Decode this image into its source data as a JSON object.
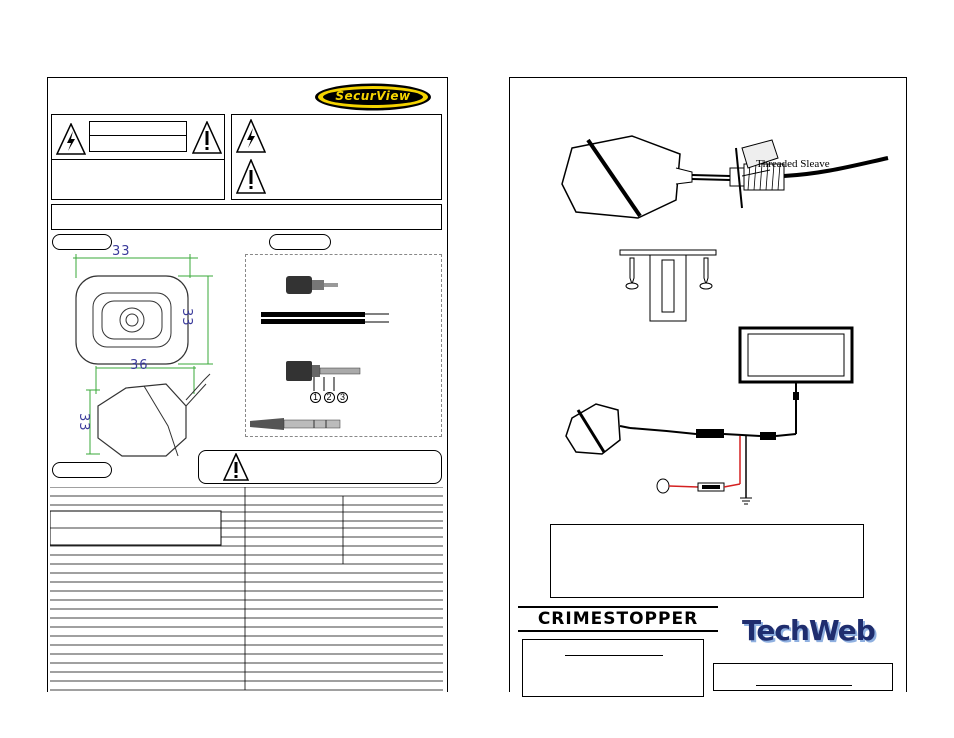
{
  "left_page": {
    "brand_logo": "SecurView",
    "dimensions": {
      "front_width": "33",
      "front_height": "33",
      "side_length": "36",
      "side_height": "33"
    },
    "plug_pin_numbers": [
      "1",
      "2",
      "3"
    ]
  },
  "right_page": {
    "sleeve_label": "Threaded Sleave",
    "brand_crimestopper": "CrimeStopper",
    "brand_techweb": "TechWeb"
  },
  "colors": {
    "dimension_lines": "#3aa83a",
    "dimension_text": "#3a3a9a",
    "power_wire": "#d42020",
    "logo_yellow": "#f5d400"
  },
  "icons": [
    "lightning-warning-icon",
    "exclamation-warning-icon"
  ]
}
